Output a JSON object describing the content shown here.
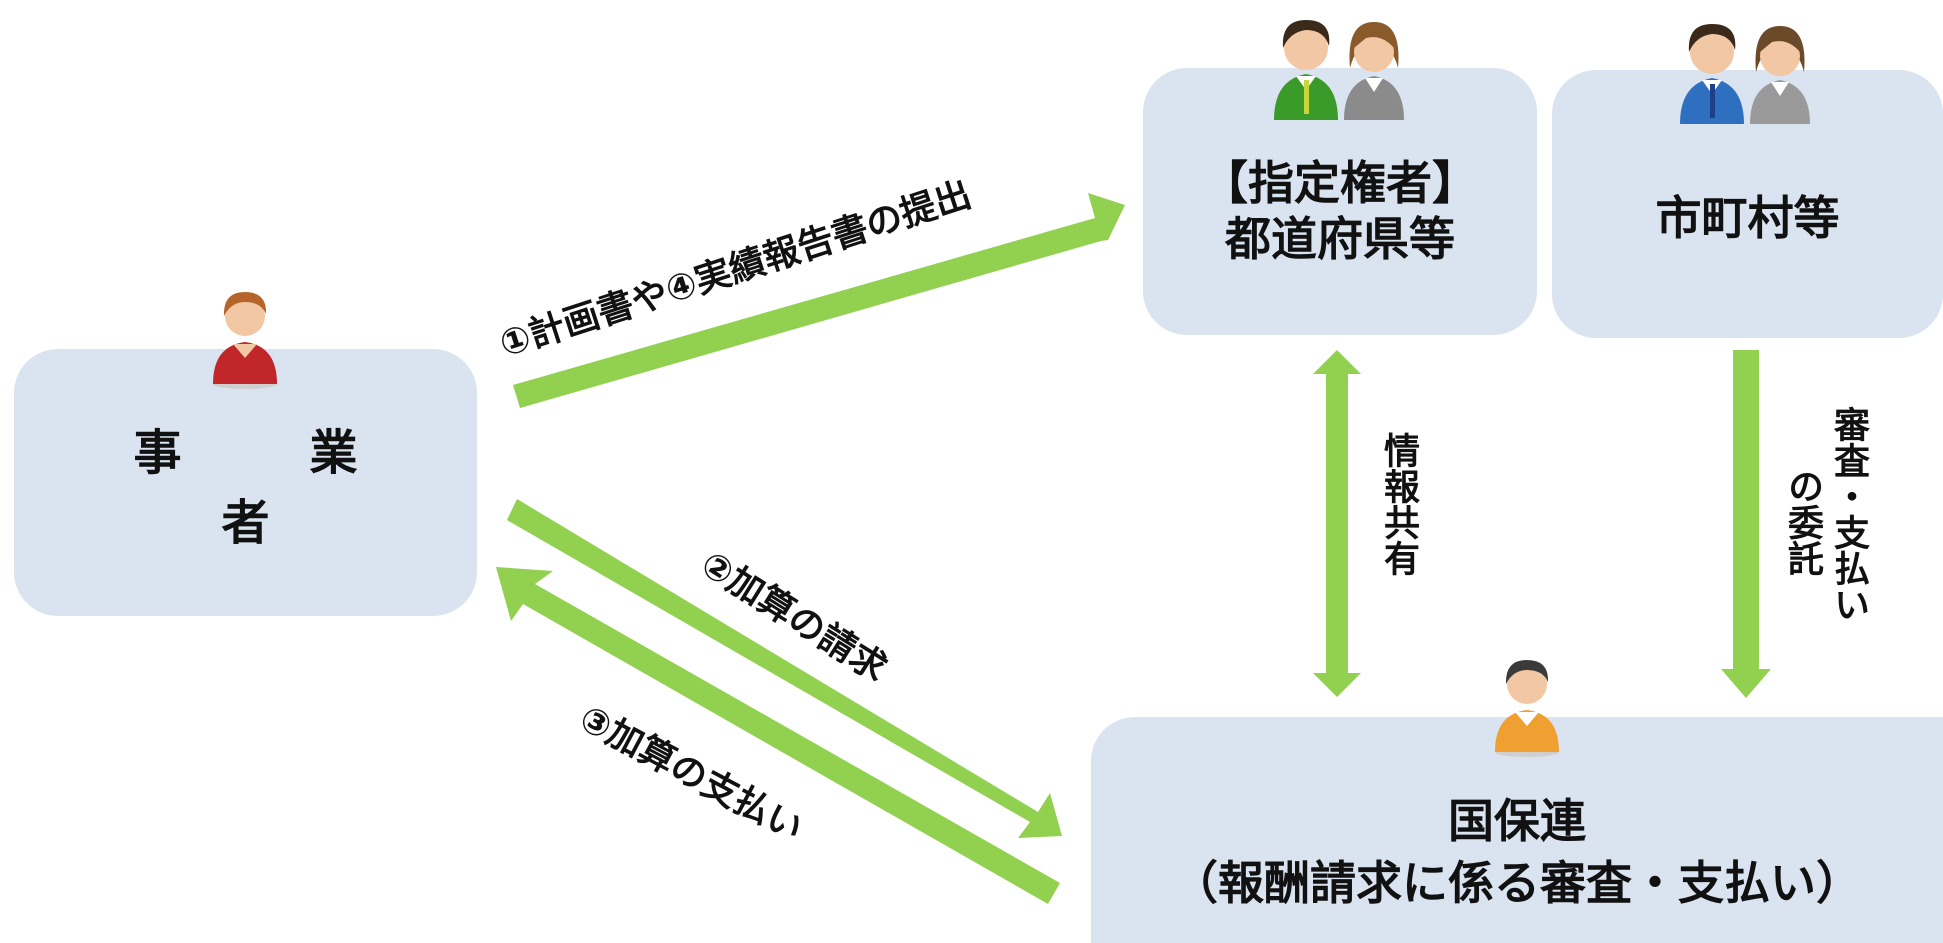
{
  "nodes": {
    "operator": "事　業　者",
    "prefecture_line1": "【指定権者】",
    "prefecture_line2": "都道府県等",
    "municipality": "市町村等",
    "kokuhoren_line1": "国保連",
    "kokuhoren_line2": "（報酬請求に係る審査・支払い）"
  },
  "edges": {
    "submit": "①計画書や④実績報告書の提出",
    "claim": "②加算の請求",
    "payment": "③加算の支払い",
    "info_share": "情報共有",
    "delegation_col1": "審査・支払い",
    "delegation_col2": "の委託"
  },
  "colors": {
    "box_fill": "#dae3f0",
    "arrow": "#92d050"
  },
  "icons": [
    "operator-person-icon",
    "prefecture-staff-icon",
    "municipality-staff-icon",
    "kokuhoren-person-icon"
  ]
}
